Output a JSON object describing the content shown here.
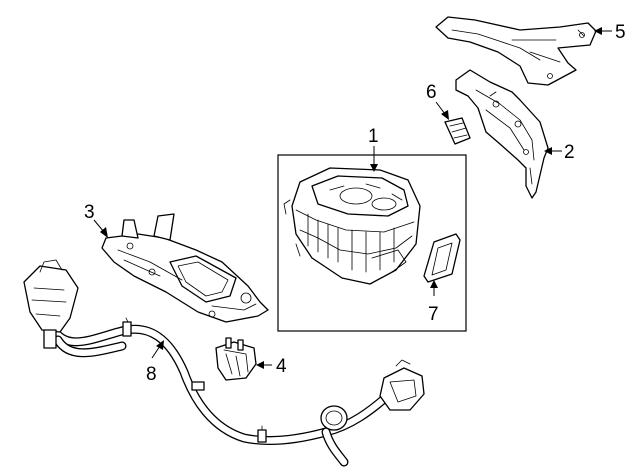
{
  "diagram": {
    "callouts": [
      {
        "id": "1",
        "label": "1",
        "part": "inverter"
      },
      {
        "id": "2",
        "label": "2",
        "part": "mounting-bracket"
      },
      {
        "id": "3",
        "label": "3",
        "part": "shield-plate"
      },
      {
        "id": "4",
        "label": "4",
        "part": "connector-block"
      },
      {
        "id": "5",
        "label": "5",
        "part": "upper-bracket"
      },
      {
        "id": "6",
        "label": "6",
        "part": "small-plate"
      },
      {
        "id": "7",
        "label": "7",
        "part": "seal-gasket"
      },
      {
        "id": "8",
        "label": "8",
        "part": "cable-harness"
      }
    ],
    "colors": {
      "line": "#000000",
      "background": "#ffffff"
    }
  }
}
